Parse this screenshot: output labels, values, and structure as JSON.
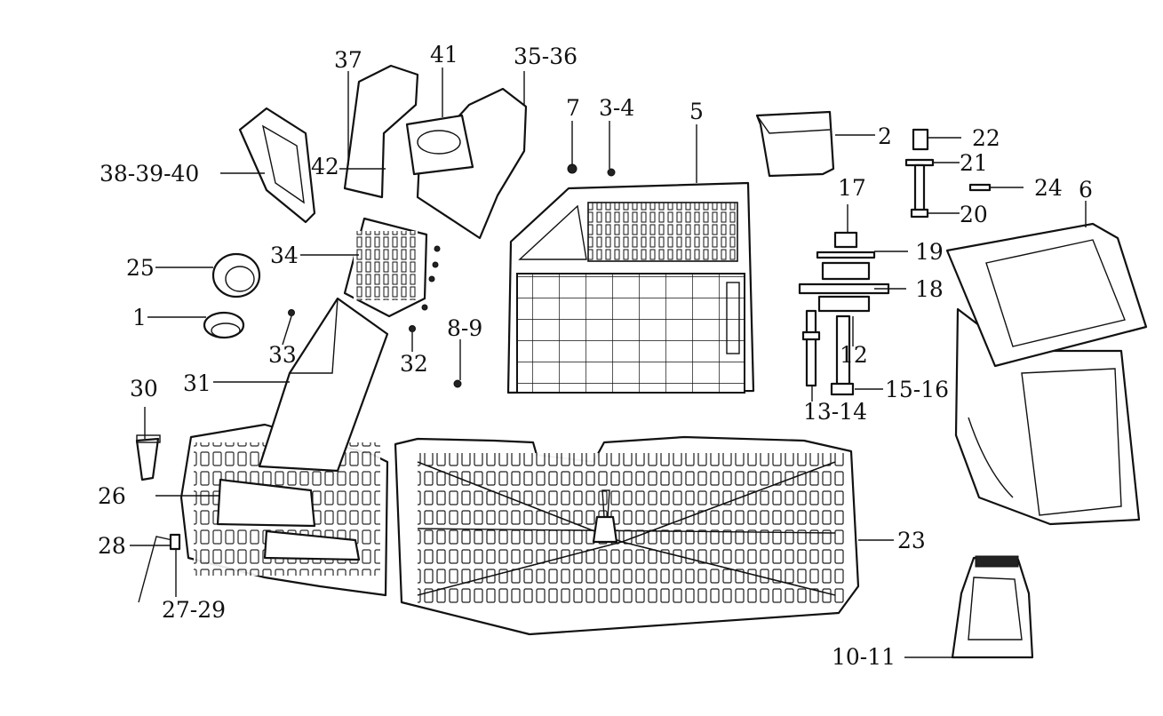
{
  "labels": {
    "l1": "1",
    "l2": "2",
    "l3_4": "3-4",
    "l5": "5",
    "l6": "6",
    "l7": "7",
    "l8_9": "8-9",
    "l10_11": "10-11",
    "l12": "12",
    "l13_14": "13-14",
    "l15_16": "15-16",
    "l17": "17",
    "l18": "18",
    "l19": "19",
    "l20": "20",
    "l21": "21",
    "l22": "22",
    "l23": "23",
    "l24": "24",
    "l25": "25",
    "l26": "26",
    "l27_29": "27-29",
    "l28": "28",
    "l30": "30",
    "l31": "31",
    "l32": "32",
    "l33": "33",
    "l34": "34",
    "l35_36": "35-36",
    "l37": "37",
    "l38_40": "38-39-40",
    "l41": "41",
    "l42": "42"
  }
}
